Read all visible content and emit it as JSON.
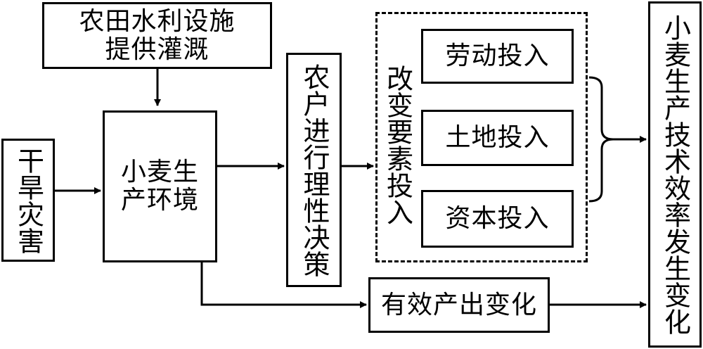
{
  "nodes": {
    "irrigation": "农田水利设施\n提供灌溉",
    "drought": "干旱灾害",
    "env": "小麦生\n产环境",
    "decision": "农户进行理性决策",
    "change_inputs": "改变要素投入",
    "labor": "劳动投入",
    "land": "土地投入",
    "capital": "资本投入",
    "output": "有效产出变化",
    "efficiency": "小麦生产技术效率发生变化"
  }
}
